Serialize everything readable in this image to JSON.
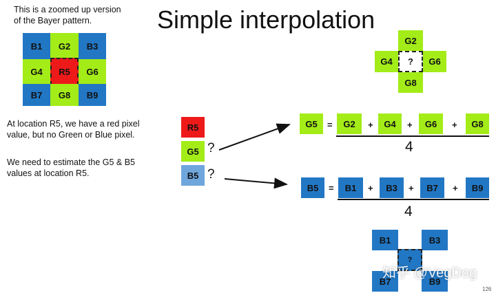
{
  "intro": {
    "line1": "This is a zoomed up version",
    "line2": "of the Bayer pattern."
  },
  "title": "Simple interpolation",
  "bayer_grid": [
    [
      "B1",
      "G2",
      "B3"
    ],
    [
      "G4",
      "R5",
      "G6"
    ],
    [
      "B7",
      "G8",
      "B9"
    ]
  ],
  "para1": {
    "line1": "At location R5, we have a red pixel",
    "line2": "value, but no Green or Blue pixel."
  },
  "para2": {
    "line1": "We need to estimate the G5 & B5",
    "line2": "values at location R5."
  },
  "pixels": {
    "r": "R5",
    "g": "G5",
    "b": "B5",
    "q": "?"
  },
  "green_cross": {
    "top": "G2",
    "left": "G4",
    "center": "?",
    "right": "G6",
    "bottom": "G8"
  },
  "green_eq": {
    "result": "G5",
    "eq": "=",
    "terms": [
      "G2",
      "G4",
      "G6",
      "G8"
    ],
    "plus": "+",
    "divisor": "4"
  },
  "blue_eq": {
    "result": "B5",
    "eq": "=",
    "terms": [
      "B1",
      "B3",
      "B7",
      "B9"
    ],
    "plus": "+",
    "divisor": "4"
  },
  "blue_x": {
    "tl": "B1",
    "tr": "B3",
    "center": "?",
    "bl": "B7",
    "br": "B9"
  },
  "watermark": "知乎 @VegDog",
  "page_number": "126",
  "colors": {
    "green": "#a3ec18",
    "blue": "#2277c4",
    "red": "#ee1a1a",
    "light_blue": "#6fa6dc"
  }
}
